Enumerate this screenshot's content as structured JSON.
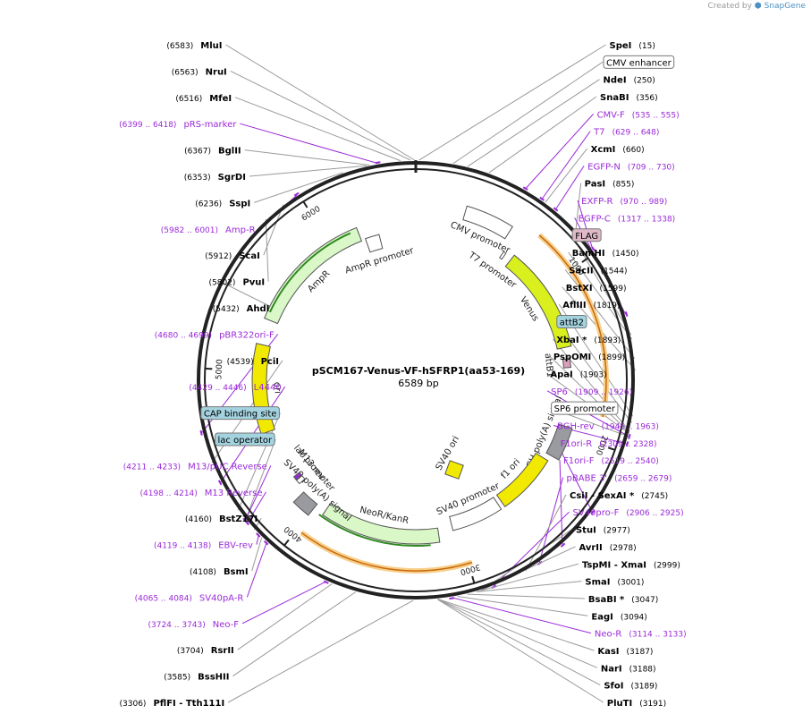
{
  "header": {
    "created_by": "Created by",
    "brand": "SnapGene"
  },
  "plasmid": {
    "name": "pSCM167-Venus-VF-hSFRP1(aa53-169)",
    "length_label": "6589 bp",
    "length": 6589
  },
  "ticks": [
    "1000",
    "2000",
    "3000",
    "4000",
    "5000",
    "6000"
  ],
  "colors": {
    "ring": "#222222",
    "primer": "#9a2ad8",
    "enzyme": "#000000",
    "leader": "#9a9a9a",
    "venus": "#d9f01e",
    "orange": "#f0a640",
    "green": "#d9f7c7",
    "ori": "#f2e900",
    "gray": "#9a9ba0"
  },
  "sites": [
    {
      "name": "MluI",
      "pos": "(6583)",
      "type": "enzyme",
      "bp": 6583
    },
    {
      "name": "SpeI",
      "pos": "(15)",
      "type": "enzyme",
      "bp": 15
    },
    {
      "name": "CMV enhancer",
      "pos": "",
      "type": "box",
      "bp": 180
    },
    {
      "name": "NdeI",
      "pos": "(250)",
      "type": "enzyme",
      "bp": 250
    },
    {
      "name": "SnaBI",
      "pos": "(356)",
      "type": "enzyme",
      "bp": 356
    },
    {
      "name": "CMV-F",
      "pos": "(535 .. 555)",
      "type": "primer",
      "bp": 545
    },
    {
      "name": "T7",
      "pos": "(629 .. 648)",
      "type": "primer",
      "bp": 638
    },
    {
      "name": "XcmI",
      "pos": "(660)",
      "type": "enzyme",
      "bp": 660
    },
    {
      "name": "EGFP-N",
      "pos": "(709 .. 730)",
      "type": "primer",
      "bp": 720
    },
    {
      "name": "PasI",
      "pos": "(855)",
      "type": "enzyme",
      "bp": 855
    },
    {
      "name": "EXFP-R",
      "pos": "(970 .. 989)",
      "type": "primer",
      "bp": 980
    },
    {
      "name": "EGFP-C",
      "pos": "(1317 .. 1338)",
      "type": "primer",
      "bp": 1328
    },
    {
      "name": "FLAG",
      "pos": "",
      "type": "flag",
      "bp": 1430
    },
    {
      "name": "BamHI",
      "pos": "(1450)",
      "type": "enzyme",
      "bp": 1450
    },
    {
      "name": "SacII",
      "pos": "(1544)",
      "type": "enzyme",
      "bp": 1544
    },
    {
      "name": "BstXI",
      "pos": "(1599)",
      "type": "enzyme",
      "bp": 1599
    },
    {
      "name": "AflIII",
      "pos": "(1819)",
      "type": "enzyme",
      "bp": 1819
    },
    {
      "name": "attB2",
      "pos": "",
      "type": "blue",
      "bp": 1850
    },
    {
      "name": "XbaI *",
      "pos": "(1893)",
      "type": "enzyme",
      "bp": 1893
    },
    {
      "name": "PspOMI",
      "pos": "(1899)",
      "type": "enzyme",
      "bp": 1899
    },
    {
      "name": "ApaI",
      "pos": "(1903)",
      "type": "enzyme",
      "bp": 1903
    },
    {
      "name": "SP6 promoter",
      "pos": "",
      "type": "box",
      "bp": 1918
    },
    {
      "name": "SP6",
      "pos": "(1909 .. 1926)",
      "type": "primer",
      "bp": 1917
    },
    {
      "name": "BGH-rev",
      "pos": "(1946 .. 1963)",
      "type": "primer",
      "bp": 1954
    },
    {
      "name": "F1ori-R",
      "pos": "(2309 .. 2328)",
      "type": "primer",
      "bp": 2318
    },
    {
      "name": "F1ori-F",
      "pos": "(2519 .. 2540)",
      "type": "primer",
      "bp": 2530
    },
    {
      "name": "pBABE 3'",
      "pos": "(2659 .. 2679)",
      "type": "primer",
      "bp": 2669
    },
    {
      "name": "CsiI  - SexAI *",
      "pos": "(2745)",
      "type": "enzyme",
      "bp": 2745
    },
    {
      "name": "SV40pro-F",
      "pos": "(2906 .. 2925)",
      "type": "primer",
      "bp": 2915
    },
    {
      "name": "StuI",
      "pos": "(2977)",
      "type": "enzyme",
      "bp": 2977
    },
    {
      "name": "AvrII",
      "pos": "(2978)",
      "type": "enzyme",
      "bp": 2978
    },
    {
      "name": "TspMI  - XmaI",
      "pos": "(2999)",
      "type": "enzyme",
      "bp": 2999
    },
    {
      "name": "SmaI",
      "pos": "(3001)",
      "type": "enzyme",
      "bp": 3001
    },
    {
      "name": "BsaBI *",
      "pos": "(3047)",
      "type": "enzyme",
      "bp": 3047
    },
    {
      "name": "EagI",
      "pos": "(3094)",
      "type": "enzyme",
      "bp": 3094
    },
    {
      "name": "Neo-R",
      "pos": "(3114 .. 3133)",
      "type": "primer",
      "bp": 3123
    },
    {
      "name": "KasI",
      "pos": "(3187)",
      "type": "enzyme",
      "bp": 3187
    },
    {
      "name": "NarI",
      "pos": "(3188)",
      "type": "enzyme",
      "bp": 3188
    },
    {
      "name": "SfoI",
      "pos": "(3189)",
      "type": "enzyme",
      "bp": 3189
    },
    {
      "name": "PluTI",
      "pos": "(3191)",
      "type": "enzyme",
      "bp": 3191
    },
    {
      "name": "PflFI  - Tth111I",
      "pos": "(3306)",
      "type": "enzyme",
      "bp": 3306
    },
    {
      "name": "BssHII",
      "pos": "(3585)",
      "type": "enzyme",
      "bp": 3585
    },
    {
      "name": "RsrII",
      "pos": "(3704)",
      "type": "enzyme",
      "bp": 3704
    },
    {
      "name": "Neo-F",
      "pos": "(3724 .. 3743)",
      "type": "primer",
      "bp": 3733
    },
    {
      "name": "SV40pA-R",
      "pos": "(4065 .. 4084)",
      "type": "primer",
      "bp": 4075
    },
    {
      "name": "BsmI",
      "pos": "(4108)",
      "type": "enzyme",
      "bp": 4108
    },
    {
      "name": "EBV-rev",
      "pos": "(4119 .. 4138)",
      "type": "primer",
      "bp": 4128
    },
    {
      "name": "BstZ17I",
      "pos": "(4160)",
      "type": "enzyme",
      "bp": 4160
    },
    {
      "name": "M13 Reverse",
      "pos": "(4198 .. 4214)",
      "type": "primer",
      "bp": 4206
    },
    {
      "name": "lac operator",
      "pos": "",
      "type": "blue",
      "bp": 4222
    },
    {
      "name": "M13/pUC Reverse",
      "pos": "(4211 .. 4233)",
      "type": "primer",
      "bp": 4222
    },
    {
      "name": "CAP binding site",
      "pos": "",
      "type": "blue",
      "bp": 4280
    },
    {
      "name": "L4440",
      "pos": "(4429 .. 4446)",
      "type": "primer",
      "bp": 4437
    },
    {
      "name": "PciI",
      "pos": "(4539)",
      "type": "enzyme",
      "bp": 4539
    },
    {
      "name": "pBR322ori-F",
      "pos": "(4680 .. 4699)",
      "type": "primer",
      "bp": 4690
    },
    {
      "name": "AhdI",
      "pos": "(5432)",
      "type": "enzyme",
      "bp": 5432
    },
    {
      "name": "PvuI",
      "pos": "(5802)",
      "type": "enzyme",
      "bp": 5802
    },
    {
      "name": "ScaI",
      "pos": "(5912)",
      "type": "enzyme",
      "bp": 5912
    },
    {
      "name": "Amp-R",
      "pos": "(5982 .. 6001)",
      "type": "primer",
      "bp": 5991
    },
    {
      "name": "SspI",
      "pos": "(6236)",
      "type": "enzyme",
      "bp": 6236
    },
    {
      "name": "SgrDI",
      "pos": "(6353)",
      "type": "enzyme",
      "bp": 6353
    },
    {
      "name": "BglII",
      "pos": "(6367)",
      "type": "enzyme",
      "bp": 6367
    },
    {
      "name": "pRS-marker",
      "pos": "(6399 .. 6418)",
      "type": "primer",
      "bp": 6408
    },
    {
      "name": "MfeI",
      "pos": "(6516)",
      "type": "enzyme",
      "bp": 6516
    },
    {
      "name": "NruI",
      "pos": "(6563)",
      "type": "enzyme",
      "bp": 6563
    }
  ],
  "features": [
    {
      "name": "CMV promoter",
      "start": 300,
      "end": 590,
      "kind": "promoter",
      "color": "#ffffff",
      "ring": 0
    },
    {
      "name": "T7 promoter",
      "start": 629,
      "end": 648,
      "kind": "small",
      "color": "#ffffff",
      "ring": 0
    },
    {
      "name": "Venus",
      "start": 700,
      "end": 1420,
      "kind": "gene",
      "color": "#d9f01e",
      "ring": 0
    },
    {
      "name": "attB1",
      "start": 1500,
      "end": 1560,
      "kind": "small",
      "color": "#d7a0b8",
      "ring": 0
    },
    {
      "name": "bGH poly(A) signal",
      "start": 1960,
      "end": 2180,
      "kind": "block",
      "color": "#9a9ba0",
      "ring": 0
    },
    {
      "name": "f1 ori",
      "start": 2220,
      "end": 2650,
      "kind": "gene",
      "color": "#f2e900",
      "ring": 0
    },
    {
      "name": "SV40 promoter",
      "start": 2680,
      "end": 3040,
      "kind": "promoter",
      "color": "#ffffff",
      "ring": 0
    },
    {
      "name": "NeoR/KanR",
      "start": 3140,
      "end": 3930,
      "kind": "gene",
      "color": "#d9f7c7",
      "ring": 0
    },
    {
      "name": "SV40 poly(A) signal",
      "start": 4000,
      "end": 4120,
      "kind": "block",
      "color": "#9a9ba0",
      "ring": 0
    },
    {
      "name": "lac promoter",
      "start": 4180,
      "end": 4210,
      "kind": "small",
      "color": "#ffffff",
      "ring": 0
    },
    {
      "name": "M13 rev",
      "start": 4215,
      "end": 4240,
      "kind": "small",
      "color": "#9a2ad8",
      "ring": 0
    },
    {
      "name": "ori",
      "start": 4590,
      "end": 5180,
      "kind": "gene",
      "color": "#f2e900",
      "ring": 0
    },
    {
      "name": "AmpR",
      "start": 5350,
      "end": 6200,
      "kind": "gene",
      "color": "#d9f7c7",
      "ring": 0
    },
    {
      "name": "AmpR promoter",
      "start": 6230,
      "end": 6330,
      "kind": "promoter",
      "color": "#ffffff",
      "ring": 0
    },
    {
      "name": "SV40 ori",
      "start": 0,
      "end": 0,
      "kind": "inner",
      "color": "#f2e900",
      "ring": 0
    }
  ]
}
